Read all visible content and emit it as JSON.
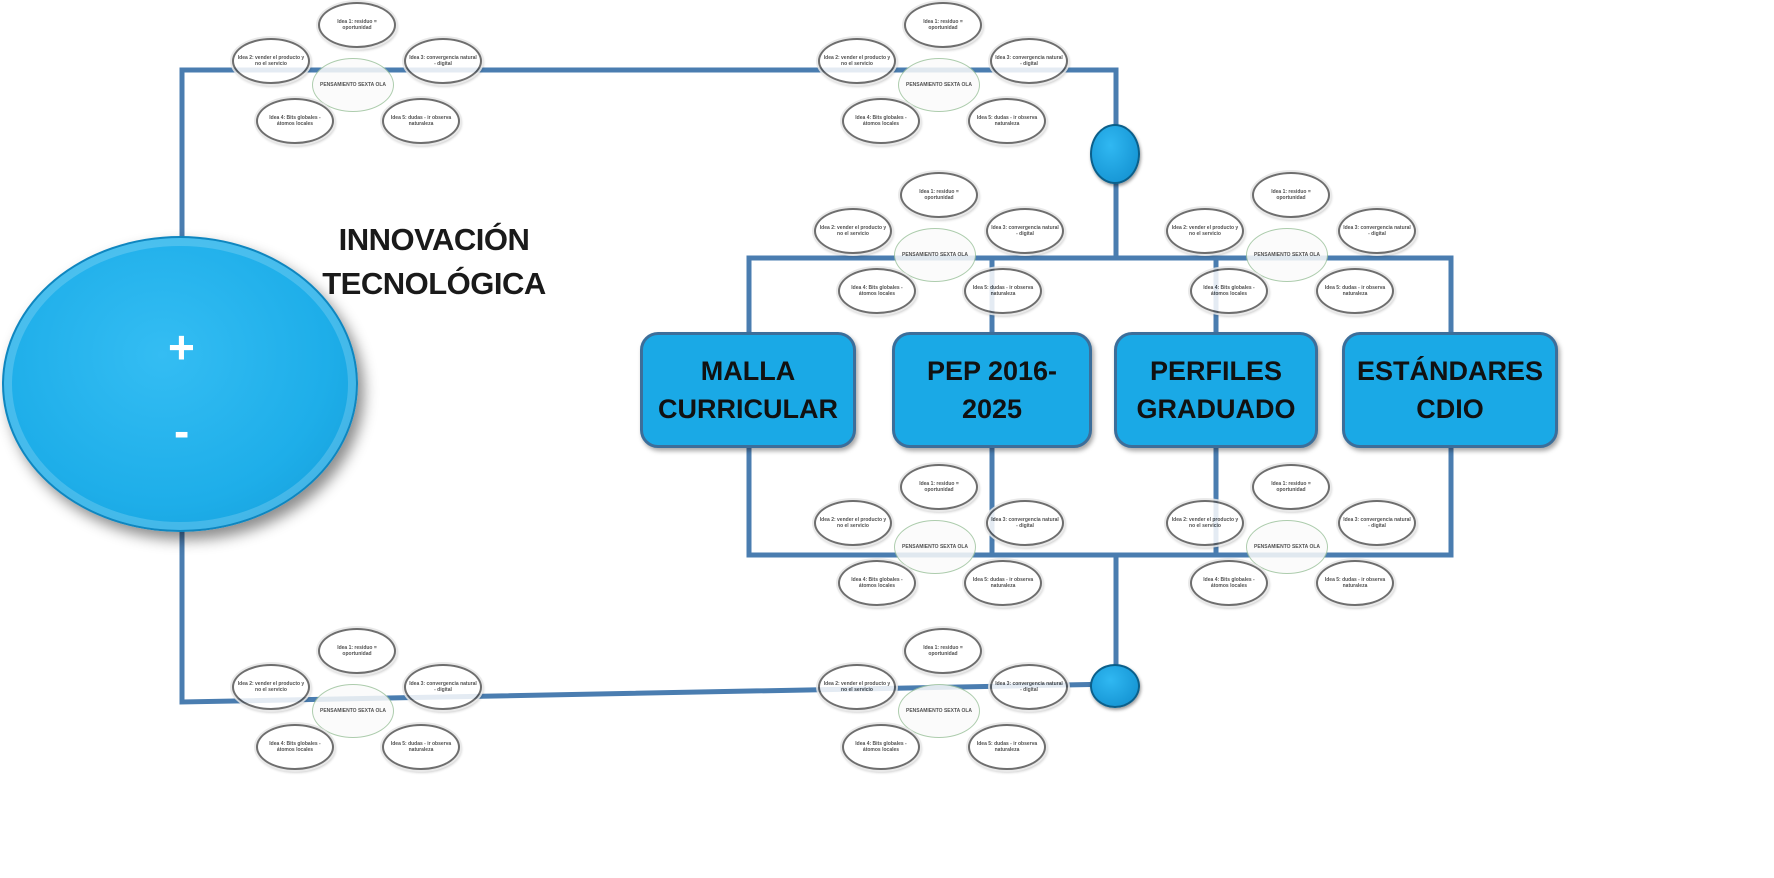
{
  "diagram": {
    "title_line1": "INNOVACIÓN",
    "title_line2": "TECNOLÓGICA",
    "plus_sign": "+",
    "minus_sign": "-",
    "nodes": [
      {
        "line1": "MALLA",
        "line2": "CURRICULAR"
      },
      {
        "line1": "PEP 2016-",
        "line2": "2025"
      },
      {
        "line1": "PERFILES",
        "line2": "GRADUADO"
      },
      {
        "line1": "ESTÁNDARES",
        "line2": "CDIO"
      }
    ],
    "cluster": {
      "hub": "PENSAMIENTO SEXTA OLA",
      "petals": [
        "Idea 1: residuo = oportunidad",
        "Idea 2: vender el producto y no el servicio",
        "Idea 3: convergencia natural - digital",
        "Idea 4: Bits globales - átomos locales",
        "Idea 5: dudas - ir observa naturaleza"
      ]
    },
    "colors": {
      "accent": "#1aa9e6",
      "node_border": "#3c6e9a",
      "line": "#4a7db0"
    }
  }
}
